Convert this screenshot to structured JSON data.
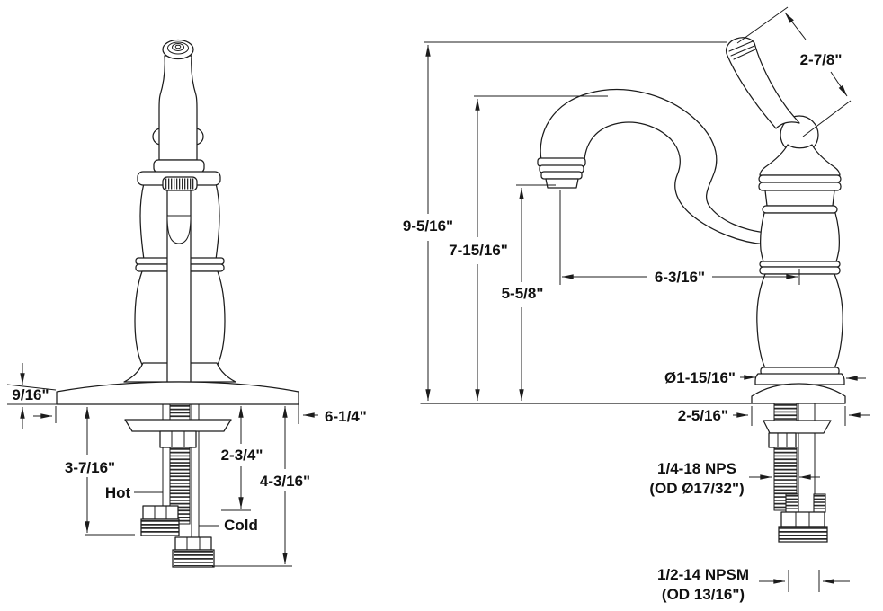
{
  "diagram_title": "faucet-installation-dimension-drawing",
  "colors": {
    "line": "#1c1c1c",
    "background": "#ffffff"
  },
  "front_view": {
    "plate_thickness": "9/16\"",
    "hot_supply_reach": "3-7/16\"",
    "shank_reach": "2-3/4\"",
    "cold_supply_reach": "4-3/16\"",
    "deck_plate_width": "6-1/4\"",
    "hot_label": "Hot",
    "cold_label": "Cold"
  },
  "side_view": {
    "overall_height": "9-5/16\"",
    "spout_top_height": "7-15/16\"",
    "spout_outlet_height": "5-5/8\"",
    "spout_reach": "6-3/16\"",
    "handle_length": "2-7/8\"",
    "base_diameter": "Ø1-15/16\"",
    "deck_base_width": "2-5/16\"",
    "shank_thread_spec": "1/4-18 NPS",
    "shank_thread_od": "(OD Ø17/32\")",
    "supply_thread_spec": "1/2-14 NPSM",
    "supply_thread_od": "(OD 13/16\")"
  }
}
